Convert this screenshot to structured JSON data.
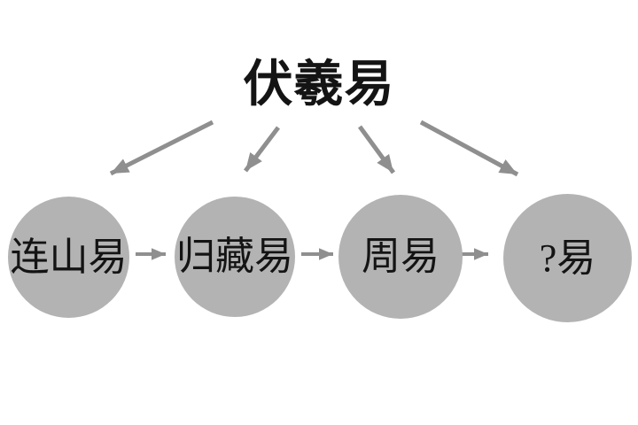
{
  "diagram": {
    "title": "伏羲易",
    "nodes": [
      {
        "id": "lianshan",
        "label": "连山易"
      },
      {
        "id": "guicang",
        "label": "归藏易"
      },
      {
        "id": "zhouyi",
        "label": "周易"
      },
      {
        "id": "unknown",
        "label": "?易"
      }
    ],
    "edges": [
      {
        "from": "伏羲易",
        "to": "连山易"
      },
      {
        "from": "伏羲易",
        "to": "归藏易"
      },
      {
        "from": "伏羲易",
        "to": "周易"
      },
      {
        "from": "伏羲易",
        "to": "?易"
      },
      {
        "from": "连山易",
        "to": "归藏易"
      },
      {
        "from": "归藏易",
        "to": "周易"
      },
      {
        "from": "周易",
        "to": "?易"
      }
    ]
  },
  "colors": {
    "background": "#ffffff",
    "circle_fill": "#b3b3b3",
    "arrow": "#8f8f8f",
    "text": "#141414"
  }
}
